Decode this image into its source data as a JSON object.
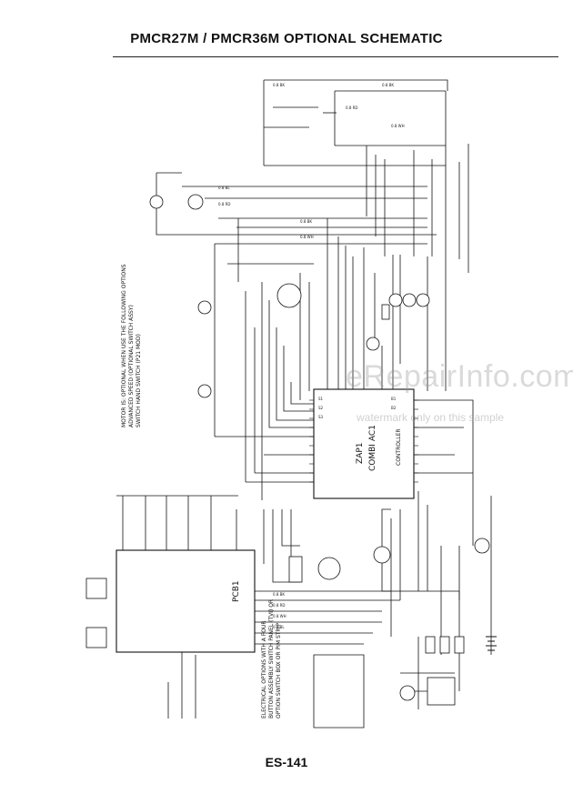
{
  "header": {
    "title": "PMCR27M / PMCR36M OPTIONAL SCHEMATIC"
  },
  "footer": {
    "page_number": "ES-141"
  },
  "watermark": {
    "text": "eRepairInfo.com",
    "sub_text": "watermark only on this sample"
  },
  "schematic": {
    "controller": {
      "name": "ZAP1",
      "model": "COMBI AC1",
      "side_label": "CONTROLLER"
    },
    "pcb": {
      "name": "PCB1"
    },
    "note_block": {
      "lines": [
        "MOTOR IS: OPTIONAL WHEN USE THE FOLLOWING OPTIONS",
        "ADVANCED SPEED (OPTIONAL SWITCH ASSY)",
        "SWITCH HAND SWITCH (P21 MOD)"
      ]
    },
    "note_block_2": {
      "lines": [
        "ELECTRICAL OPTIONS WITH A FOUR",
        "BUTTON ASSEMBLY SWITCH PANEL (TVI) OR",
        "OPTION SWITCH BOX OR PIM STRIP"
      ]
    }
  }
}
